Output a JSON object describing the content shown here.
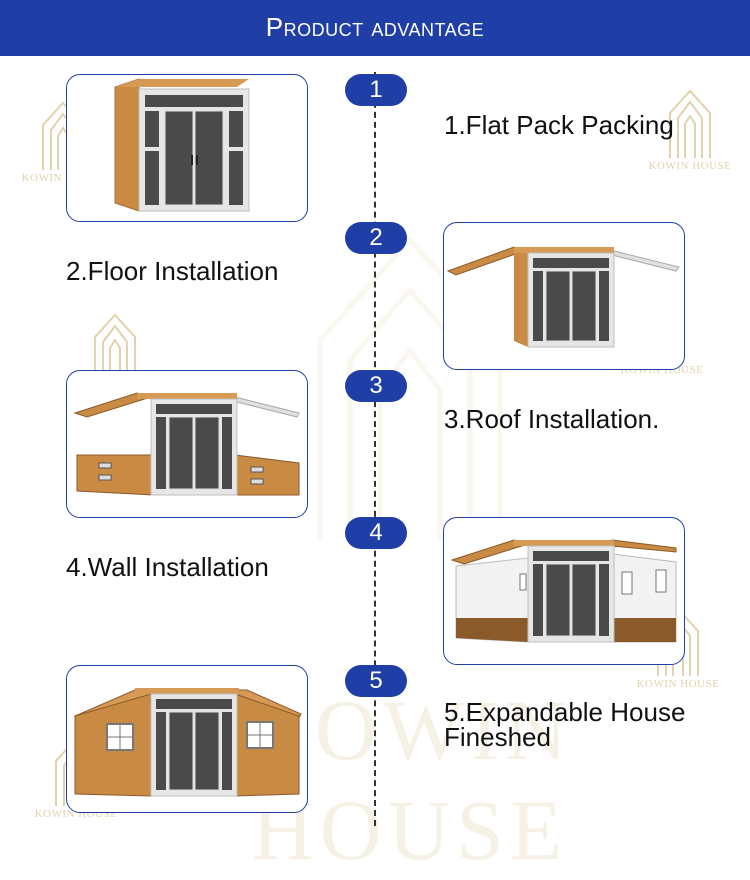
{
  "header": {
    "title": "Product advantage"
  },
  "steps": [
    {
      "number": "1",
      "caption": "1.Flat Pack Packing"
    },
    {
      "number": "2",
      "caption": "2.Floor Installation"
    },
    {
      "number": "3",
      "caption": "3.Roof Installation."
    },
    {
      "number": "4",
      "caption": "4.Wall Installation"
    },
    {
      "number": "5",
      "caption_line1": "5.Expandable House",
      "caption_line2": "Fineshed"
    }
  ],
  "watermark": {
    "brand": "KOWIN HOUSE"
  },
  "colors": {
    "accent": "#1f3fa6",
    "wood": "#c98a44",
    "panel": "#4a4a4a",
    "frame": "#e8e8e8",
    "watermark": "#d7c38f"
  }
}
